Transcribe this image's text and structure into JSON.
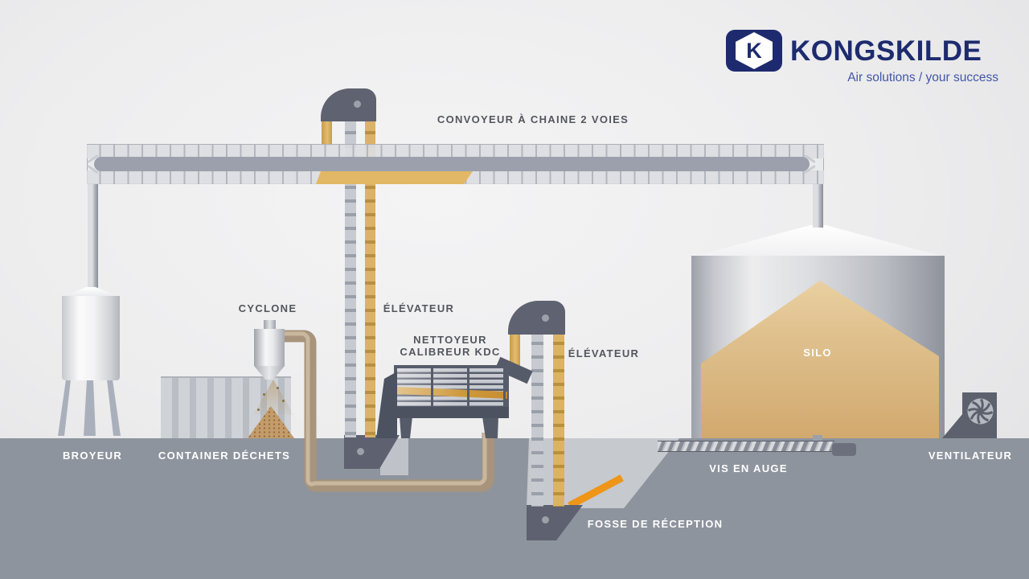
{
  "logo": {
    "monogram": "K",
    "brand": "KONGSKILDE",
    "tagline": "Air solutions / your success",
    "brand_color": "#1d2b6e",
    "tagline_color": "#4255a8"
  },
  "diagram": {
    "labels": {
      "conveyor": "CONVOYEUR À CHAINE 2 VOIES",
      "cyclone": "CYCLONE",
      "elevator1": "ÉLÉVATEUR",
      "cleaner_line1": "NETTOYEUR",
      "cleaner_line2": "CALIBREUR KDC",
      "elevator2": "ÉLÉVATEUR",
      "silo": "SILO",
      "mill": "BROYEUR",
      "waste_container": "CONTAINER DÉCHETS",
      "trough_auger": "VIS EN AUGE",
      "fan": "VENTILATEUR",
      "reception_pit": "FOSSE DE RÉCEPTION"
    },
    "colors": {
      "background": "#ededee",
      "ground": "#8e949d",
      "pit_cutaway": "#c6c9ce",
      "machine_dark": "#5f6270",
      "grain_tan": "#dcb266",
      "ramp_orange": "#ef9517",
      "pipe_copper": "#a8947c",
      "silo_grain": "#d2a96f",
      "label_dark": "#54565e",
      "label_light": "#ffffff"
    }
  }
}
